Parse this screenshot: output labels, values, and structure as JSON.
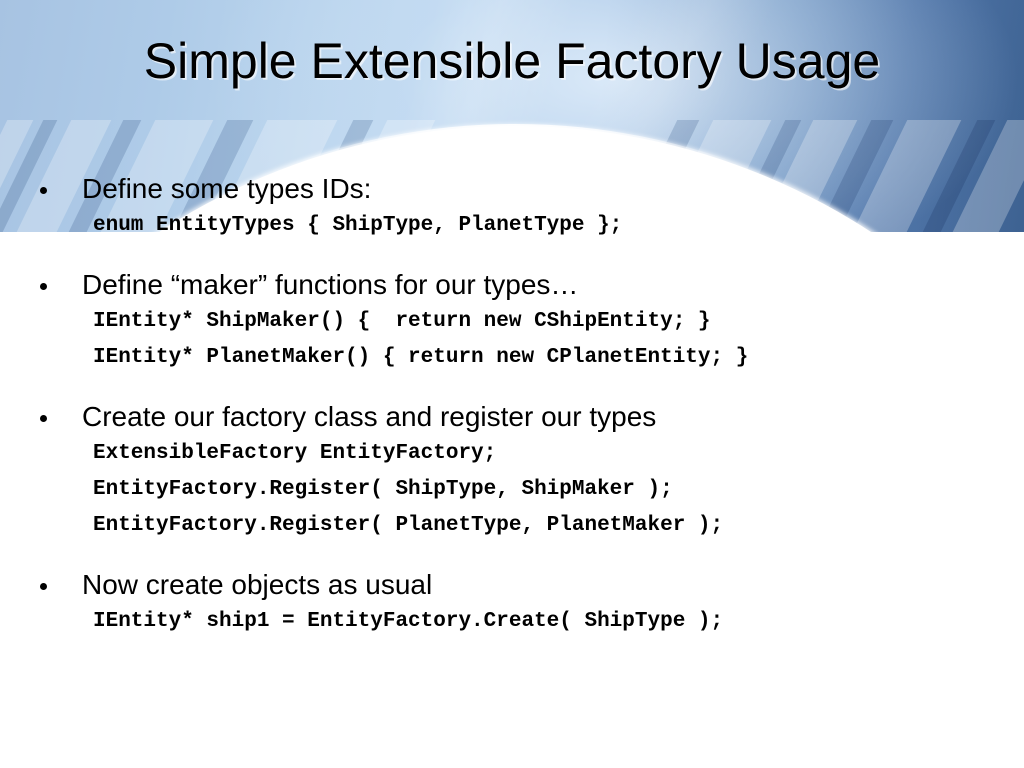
{
  "slide": {
    "title": "Simple Extensible Factory Usage",
    "background_top_color": "#a7c3e2",
    "background_right_color": "#486f9f",
    "background_body_color": "#ffffff",
    "text_color": "#000000"
  },
  "content": {
    "blocks": [
      {
        "bullet": "Define some types IDs:",
        "code": [
          "enum EntityTypes { ShipType, PlanetType };"
        ]
      },
      {
        "bullet": "Define “maker” functions for our types…",
        "code": [
          "IEntity* ShipMaker() {  return new CShipEntity; }",
          "IEntity* PlanetMaker() { return new CPlanetEntity; }"
        ]
      },
      {
        "bullet": "Create our factory class and register our types",
        "code": [
          "ExtensibleFactory EntityFactory;",
          "EntityFactory.Register( ShipType, ShipMaker );",
          "EntityFactory.Register( PlanetType, PlanetMaker );"
        ]
      },
      {
        "bullet": "Now create objects as usual",
        "code": [
          "IEntity* ship1 = EntityFactory.Create( ShipType );"
        ]
      }
    ]
  }
}
